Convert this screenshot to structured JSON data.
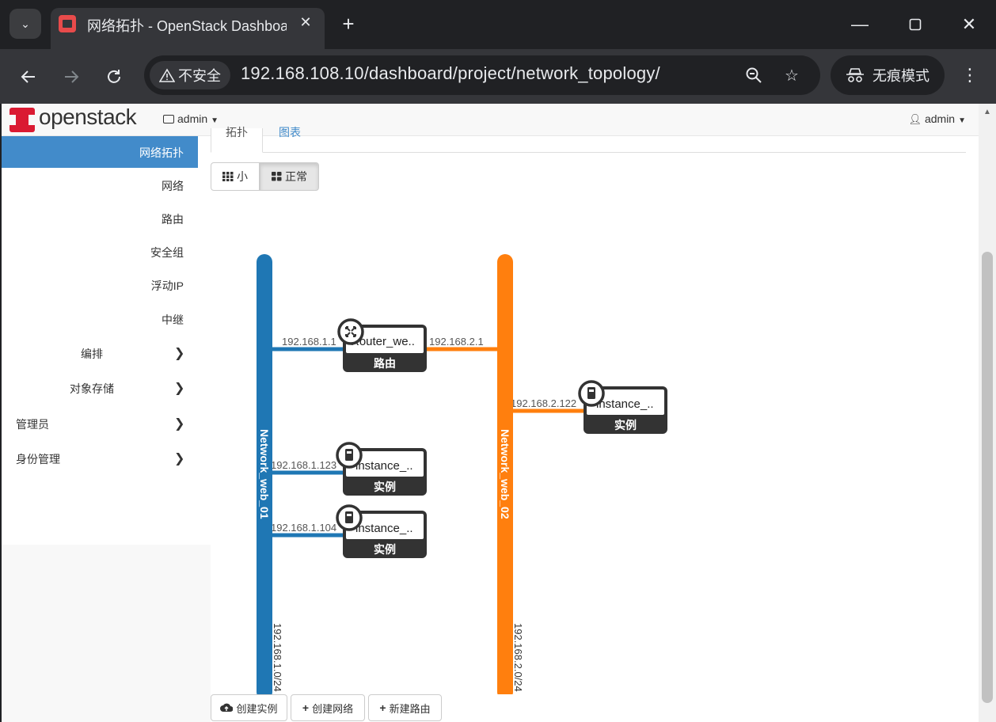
{
  "browser": {
    "tab_title": "网络拓扑 - OpenStack Dashboard",
    "url": "192.168.108.10/dashboard/project/network_topology/",
    "security_label": "不安全",
    "incognito_label": "无痕模式"
  },
  "navbar": {
    "logo_text": "openstack",
    "project_label": "admin",
    "user_label": "admin"
  },
  "sidebar": {
    "items": [
      {
        "label": "网络拓扑",
        "active": true
      },
      {
        "label": "网络"
      },
      {
        "label": "路由"
      },
      {
        "label": "安全组"
      },
      {
        "label": "浮动IP"
      },
      {
        "label": "中继"
      }
    ],
    "groups": [
      {
        "label": "编排"
      },
      {
        "label": "对象存储"
      },
      {
        "label": "管理员"
      },
      {
        "label": "身份管理"
      }
    ]
  },
  "content": {
    "tabs": [
      "拓扑",
      "图表"
    ],
    "size_toggle": {
      "small": "小",
      "normal": "正常",
      "selected": "正常"
    }
  },
  "topology": {
    "networks": [
      {
        "name": "Network_web_01",
        "cidr": "192.168.1.0/24",
        "color": "#1f77b4"
      },
      {
        "name": "Network_web_02",
        "cidr": "192.168.2.0/24",
        "color": "#ff7f0e"
      }
    ],
    "devices": [
      {
        "name": "Router_we..",
        "type": "路由",
        "icon": "router-icon"
      },
      {
        "name": "instance_..",
        "type": "实例",
        "icon": "server-icon"
      },
      {
        "name": "instance_..",
        "type": "实例",
        "icon": "server-icon"
      },
      {
        "name": "instance_..",
        "type": "实例",
        "icon": "server-icon"
      }
    ],
    "links": [
      {
        "ip": "192.168.1.1",
        "network": "Network_web_01",
        "device": "Router_we.."
      },
      {
        "ip": "192.168.2.1",
        "network": "Network_web_02",
        "device": "Router_we.."
      },
      {
        "ip": "192.168.2.122",
        "network": "Network_web_02",
        "device": "instance_.."
      },
      {
        "ip": "192.168.1.123",
        "network": "Network_web_01",
        "device": "instance_.."
      },
      {
        "ip": "192.168.1.104",
        "network": "Network_web_01",
        "device": "instance_.."
      }
    ]
  },
  "actions": {
    "create_instance": "创建实例",
    "create_network": "创建网络",
    "create_router": "新建路由"
  }
}
